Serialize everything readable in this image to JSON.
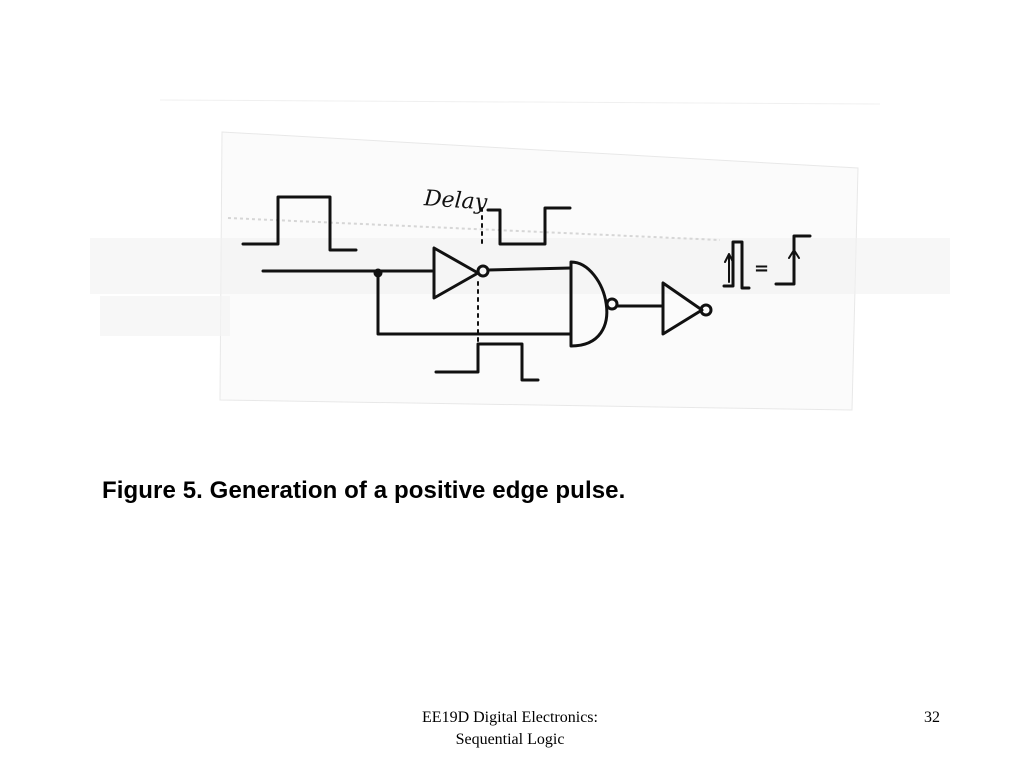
{
  "diagram": {
    "delay_label": "Delay",
    "equals_sign": "="
  },
  "caption": "Figure 5. Generation of a positive edge pulse.",
  "footer": {
    "course_line1": "EE19D Digital Electronics:",
    "course_line2": "Sequential Logic",
    "page_number": "32"
  },
  "colors": {
    "ink": "#111111",
    "scan_tint": "#ececec",
    "background": "#ffffff"
  }
}
